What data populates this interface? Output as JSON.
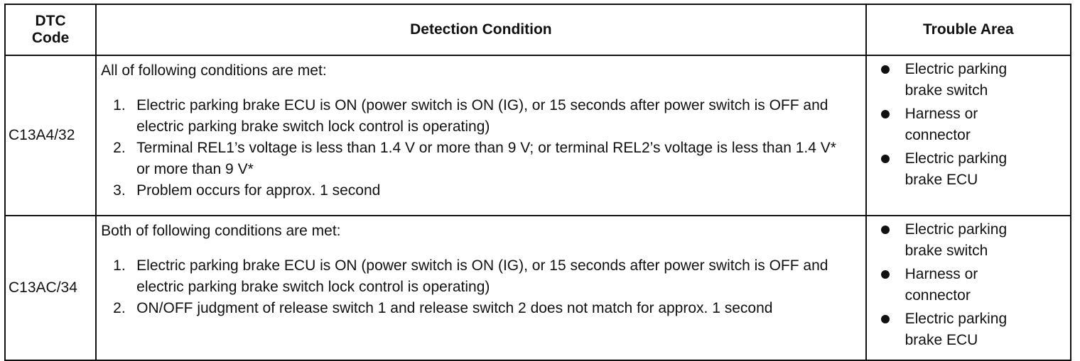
{
  "table": {
    "headers": {
      "code_line1": "DTC",
      "code_line2": "Code",
      "condition": "Detection Condition",
      "area": "Trouble Area"
    },
    "rows": [
      {
        "code": "C13A4/32",
        "intro": "All of following conditions are met:",
        "conditions": [
          {
            "num": "1.",
            "text": "Electric parking brake ECU is ON (power switch is ON (IG), or 15 seconds after power switch is OFF and electric parking brake switch lock control is operating)"
          },
          {
            "num": "2.",
            "text": "Terminal REL1’s voltage is less than 1.4 V or more than 9 V; or terminal REL2’s voltage is less than 1.4 V* or more than 9 V*"
          },
          {
            "num": "3.",
            "text": "Problem occurs for approx. 1 second"
          }
        ],
        "areas": [
          "Electric parking brake switch",
          "Harness or connector",
          "Electric parking brake ECU"
        ]
      },
      {
        "code": "C13AC/34",
        "intro": "Both of following conditions are met:",
        "conditions": [
          {
            "num": "1.",
            "text": "Electric parking brake ECU is ON (power switch is ON (IG), or 15 seconds after power switch is OFF and electric parking brake switch lock control is operating)"
          },
          {
            "num": "2.",
            "text": "ON/OFF judgment of release switch 1 and release switch 2 does not match for approx. 1 second"
          }
        ],
        "areas": [
          "Electric parking brake switch",
          "Harness or connector",
          "Electric parking brake ECU"
        ]
      }
    ]
  }
}
